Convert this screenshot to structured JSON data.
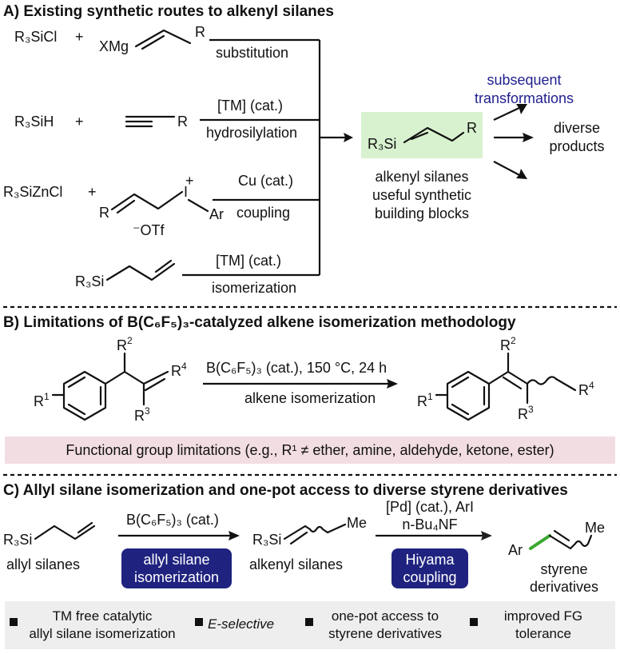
{
  "sectionA": {
    "title": "A) Existing synthetic routes to alkenyl silanes",
    "routes": [
      {
        "reagent": "R₃SiCl",
        "plus": "+",
        "partner_a": "XMg",
        "partner_b": "R",
        "above": "",
        "below": "substitution"
      },
      {
        "reagent": "R₃SiH",
        "plus": "+",
        "partner_a": "",
        "partner_b": "R",
        "above": "[TM] (cat.)",
        "below": "hydrosilylation"
      },
      {
        "reagent": "R₃SiZnCl",
        "plus": "+",
        "partner_a": "R",
        "partner_b": "Ar",
        "iodine": "I",
        "charge": "+",
        "counterion": "⁻OTf",
        "above": "Cu (cat.)",
        "below": "coupling"
      },
      {
        "reagent": "R₃Si",
        "plus": "",
        "partner_a": "",
        "partner_b": "",
        "above": "[TM] (cat.)",
        "below": "isomerization"
      }
    ],
    "product": {
      "silyl": "R₃Si",
      "r": "R",
      "caption": [
        "alkenyl silanes",
        "useful synthetic",
        "building blocks"
      ],
      "highlight_color": "#d8f2cf"
    },
    "subsequent": [
      "subsequent",
      "transformations"
    ],
    "subsequent_color": "#1f1f8f",
    "diverse": [
      "diverse",
      "products"
    ]
  },
  "sectionB": {
    "title": "B) Limitations of B(C₆F₅)₃-catalyzed alkene isomerization methodology",
    "conditions_above": "B(C₆F₅)₃ (cat.), 150 °C, 24 h",
    "conditions_below": "alkene isomerization",
    "labels": {
      "r1": "R",
      "r1_sup": "1",
      "r2": "R",
      "r2_sup": "2",
      "r3": "R",
      "r3_sup": "3",
      "r4": "R",
      "r4_sup": "4"
    },
    "limitation": "Functional group limitations (e.g., R¹ ≠ ether, amine, aldehyde, ketone, ester)",
    "limitation_bg": "#f2dde2"
  },
  "sectionC": {
    "title": "C) Allyl silane isomerization and one-pot access to diverse styrene derivatives",
    "step1_above": "B(C₆F₅)₃ (cat.)",
    "step1_box": [
      "allyl silane",
      "isomerization"
    ],
    "step2_above": [
      "[Pd] (cat.), ArI",
      "n-Bu₄NF"
    ],
    "step2_box": [
      "Hiyama",
      "coupling"
    ],
    "box_color": "#1f237f",
    "start": {
      "silyl": "R₃Si",
      "caption": "allyl silanes"
    },
    "middle": {
      "silyl": "R₃Si",
      "me": "Me",
      "caption": "alkenyl silanes"
    },
    "end": {
      "ar": "Ar",
      "me": "Me",
      "caption": [
        "styrene",
        "derivatives"
      ],
      "bond_color": "#3aa832"
    },
    "features": [
      {
        "lines": [
          "TM free catalytic",
          "allyl silane isomerization"
        ]
      },
      {
        "lines": [
          "E-selective"
        ]
      },
      {
        "lines": [
          "one-pot access to",
          "styrene derivatives"
        ]
      },
      {
        "lines": [
          "improved FG",
          "tolerance"
        ]
      }
    ],
    "features_bg": "#eeeeee"
  }
}
